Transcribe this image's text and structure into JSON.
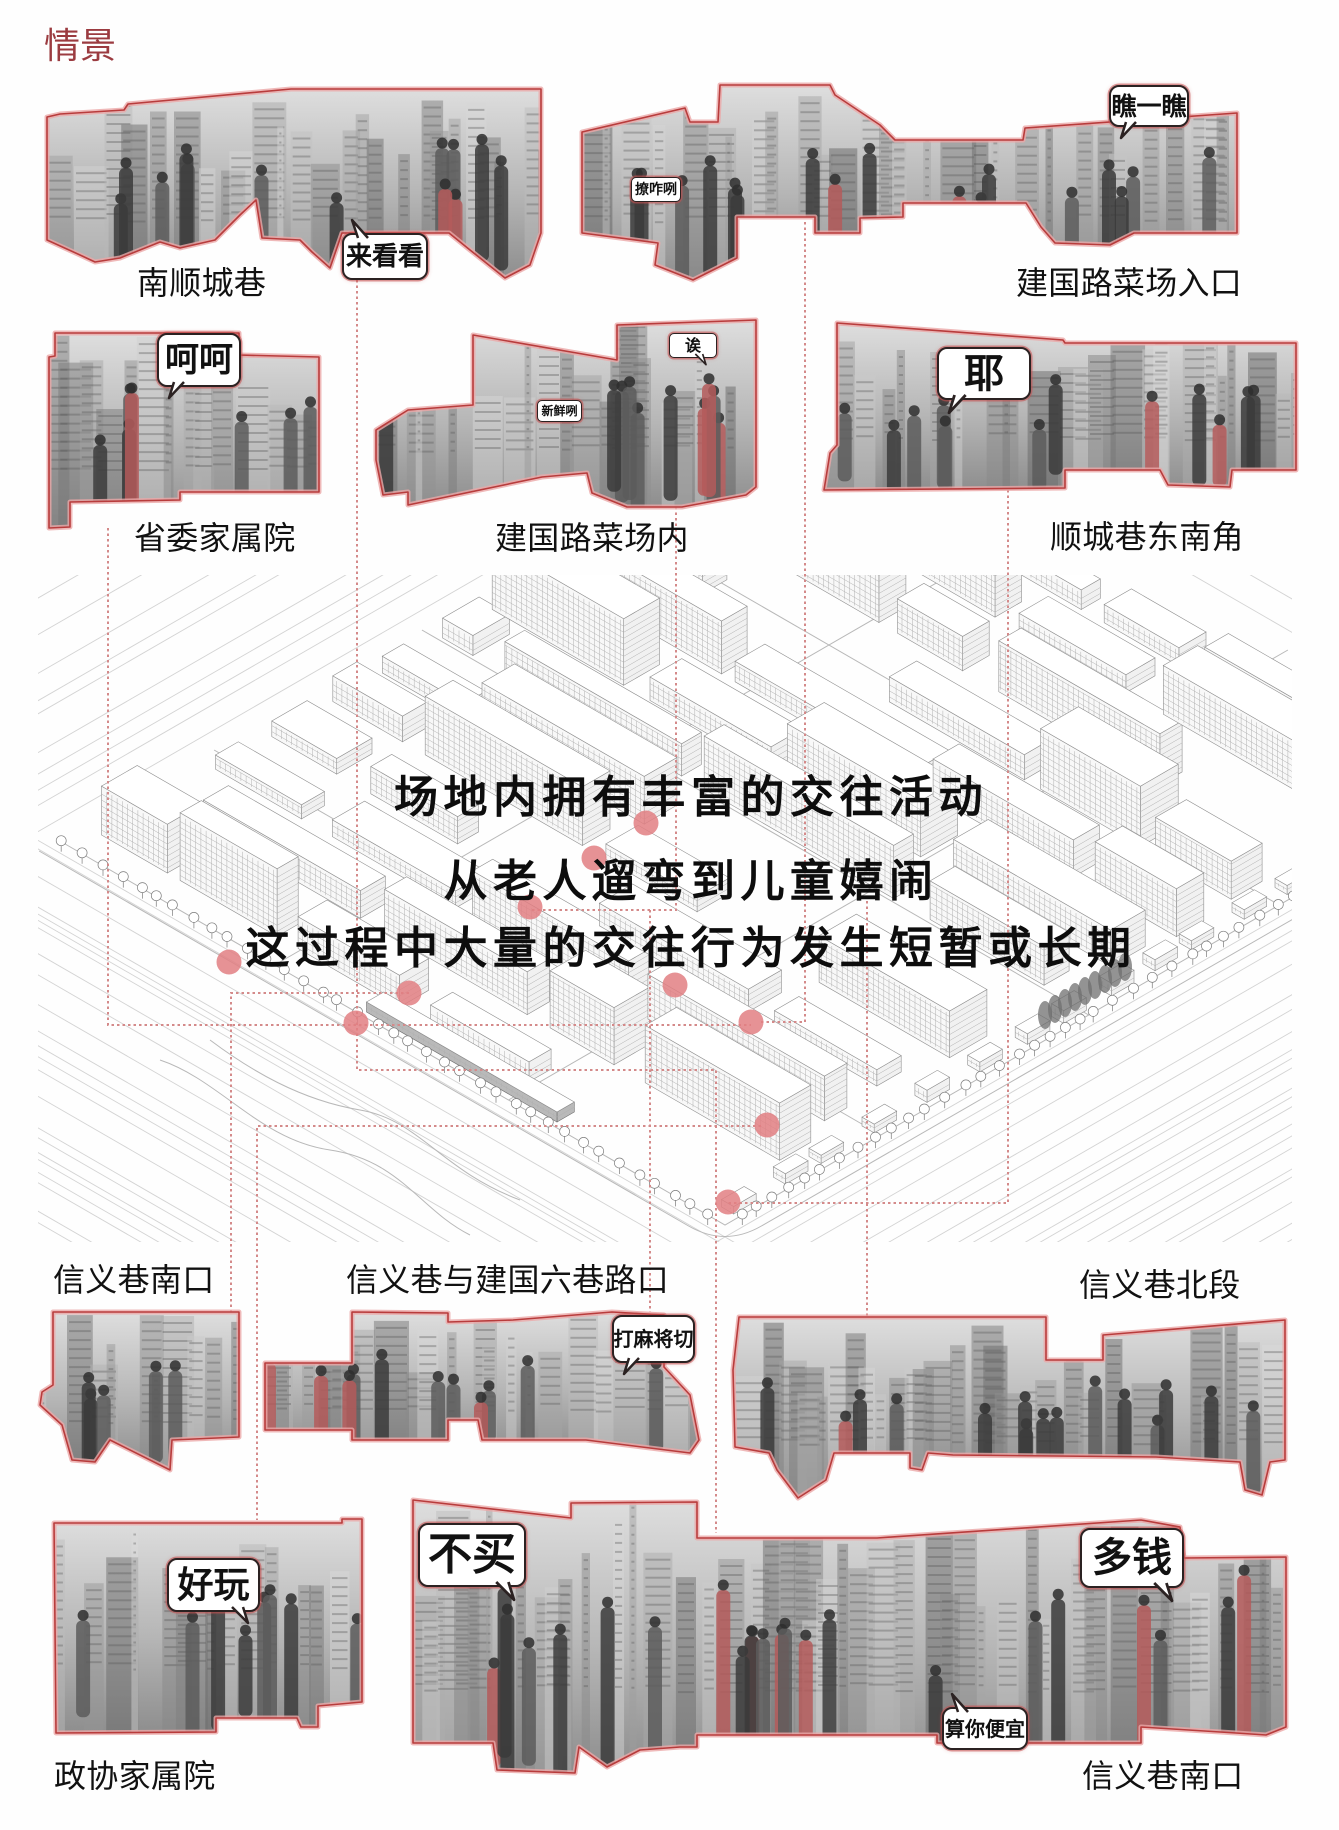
{
  "page": {
    "title": "情景"
  },
  "headline": {
    "lines": [
      "场地内拥有丰富的交往活动",
      "从老人遛弯到儿童嬉闹",
      "这过程中大量的交往行为发生短暂或长期"
    ]
  },
  "scenes": [
    {
      "label": "南顺城巷",
      "bubbles": [
        "来看看"
      ]
    },
    {
      "label": "建国路菜场入口",
      "bubbles": [
        "瞧一瞧",
        "撩咋咧"
      ]
    },
    {
      "label": "省委家属院",
      "bubbles": [
        "呵呵"
      ]
    },
    {
      "label": "建国路菜场内",
      "bubbles": [
        "诶",
        "新鲜咧"
      ]
    },
    {
      "label": "顺城巷东南角",
      "bubbles": [
        "耶"
      ]
    },
    {
      "label": "信义巷南口",
      "bubbles": []
    },
    {
      "label": "信义巷与建国六巷路口",
      "bubbles": [
        "打麻将切"
      ]
    },
    {
      "label": "信义巷北段",
      "bubbles": []
    },
    {
      "label": "政协家属院",
      "bubbles": [
        "好玩"
      ]
    },
    {
      "label": "信义巷南口",
      "bubbles": [
        "不买",
        "多钱",
        "算你便宜"
      ]
    }
  ],
  "colors": {
    "title": "#9b3b40",
    "photo_outline": "#b83c3c",
    "leader_line": "#d48a8a",
    "interaction_point": "#e27f83",
    "text": "#111111"
  }
}
